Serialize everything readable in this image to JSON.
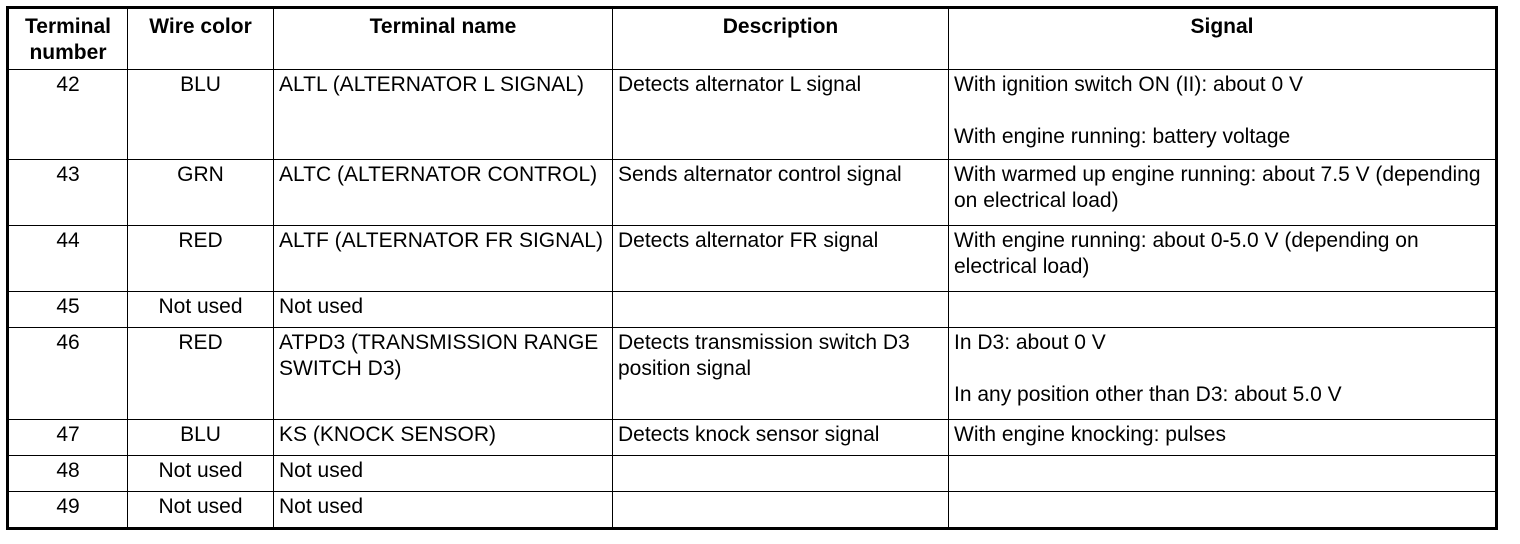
{
  "table": {
    "columns": [
      {
        "key": "terminal_number",
        "label": "Terminal number",
        "label_line1": "Terminal",
        "label_line2": "number",
        "align": "center"
      },
      {
        "key": "wire_color",
        "label": "Wire color",
        "align": "center"
      },
      {
        "key": "terminal_name",
        "label": "Terminal name",
        "align": "left"
      },
      {
        "key": "description",
        "label": "Description",
        "align": "left"
      },
      {
        "key": "signal",
        "label": "Signal",
        "align": "left"
      }
    ],
    "rows": [
      {
        "terminal_number": "42",
        "wire_color": "BLU",
        "terminal_name": "ALTL (ALTERNATOR L SIGNAL)",
        "description": "Detects alternator L signal",
        "signal_line1": "With ignition switch ON (II): about 0 V",
        "signal_line2": "With engine running: battery voltage"
      },
      {
        "terminal_number": "43",
        "wire_color": "GRN",
        "terminal_name": "ALTC (ALTERNATOR CONTROL)",
        "description": "Sends alternator control signal",
        "signal_line1": "With warmed up engine running: about 7.5 V (depending on electrical load)",
        "signal_line2": ""
      },
      {
        "terminal_number": "44",
        "wire_color": "RED",
        "terminal_name": "ALTF (ALTERNATOR FR SIGNAL)",
        "description": "Detects alternator FR signal",
        "signal_line1": "With engine running: about 0-5.0 V (depending on electrical load)",
        "signal_line2": ""
      },
      {
        "terminal_number": "45",
        "wire_color": "Not used",
        "terminal_name": "Not used",
        "description": "",
        "signal_line1": "",
        "signal_line2": ""
      },
      {
        "terminal_number": "46",
        "wire_color": "RED",
        "terminal_name": "ATPD3 (TRANSMISSION RANGE SWITCH D3)",
        "description": "Detects transmission switch D3 position signal",
        "signal_line1": "In D3: about 0 V",
        "signal_line2": "In any position other than D3: about 5.0 V"
      },
      {
        "terminal_number": "47",
        "wire_color": "BLU",
        "terminal_name": "KS (KNOCK SENSOR)",
        "description": "Detects knock sensor signal",
        "signal_line1": "With engine knocking: pulses",
        "signal_line2": ""
      },
      {
        "terminal_number": "48",
        "wire_color": "Not used",
        "terminal_name": "Not used",
        "description": "",
        "signal_line1": "",
        "signal_line2": ""
      },
      {
        "terminal_number": "49",
        "wire_color": "Not used",
        "terminal_name": "Not used",
        "description": "",
        "signal_line1": "",
        "signal_line2": ""
      }
    ]
  }
}
